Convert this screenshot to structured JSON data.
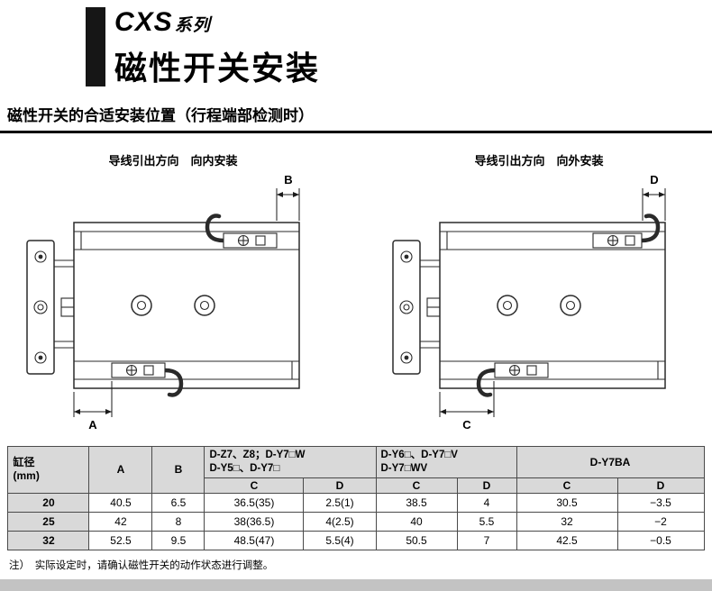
{
  "header": {
    "series": "CXS",
    "series_label": "系列",
    "title": "磁性开关安装"
  },
  "section_title": "磁性开关的合适安装位置（行程端部检测时）",
  "diagrams": {
    "left": {
      "caption": "导线引出方向　向内安装",
      "dim_top": "B",
      "dim_bottom": "A"
    },
    "right": {
      "caption": "导线引出方向　向外安装",
      "dim_top": "D",
      "dim_bottom": "C"
    }
  },
  "table": {
    "col_bore": "缸径\n(mm)",
    "col_a": "A",
    "col_b": "B",
    "group1": "D-Z7、Z8；D-Y7□W\nD-Y5□、D-Y7□",
    "group2": "D-Y6□、D-Y7□V\nD-Y7□WV",
    "group3": "D-Y7BA",
    "sub_c": "C",
    "sub_d": "D",
    "rows": [
      [
        "20",
        "40.5",
        "6.5",
        "36.5(35)",
        "2.5(1)",
        "38.5",
        "4",
        "30.5",
        "−3.5"
      ],
      [
        "25",
        "42",
        "8",
        "38(36.5)",
        "4(2.5)",
        "40",
        "5.5",
        "32",
        "−2"
      ],
      [
        "32",
        "52.5",
        "9.5",
        "48.5(47)",
        "5.5(4)",
        "50.5",
        "7",
        "42.5",
        "−0.5"
      ]
    ]
  },
  "note": "注）　实际设定时，请确认磁性开关的动作状态进行调整。"
}
